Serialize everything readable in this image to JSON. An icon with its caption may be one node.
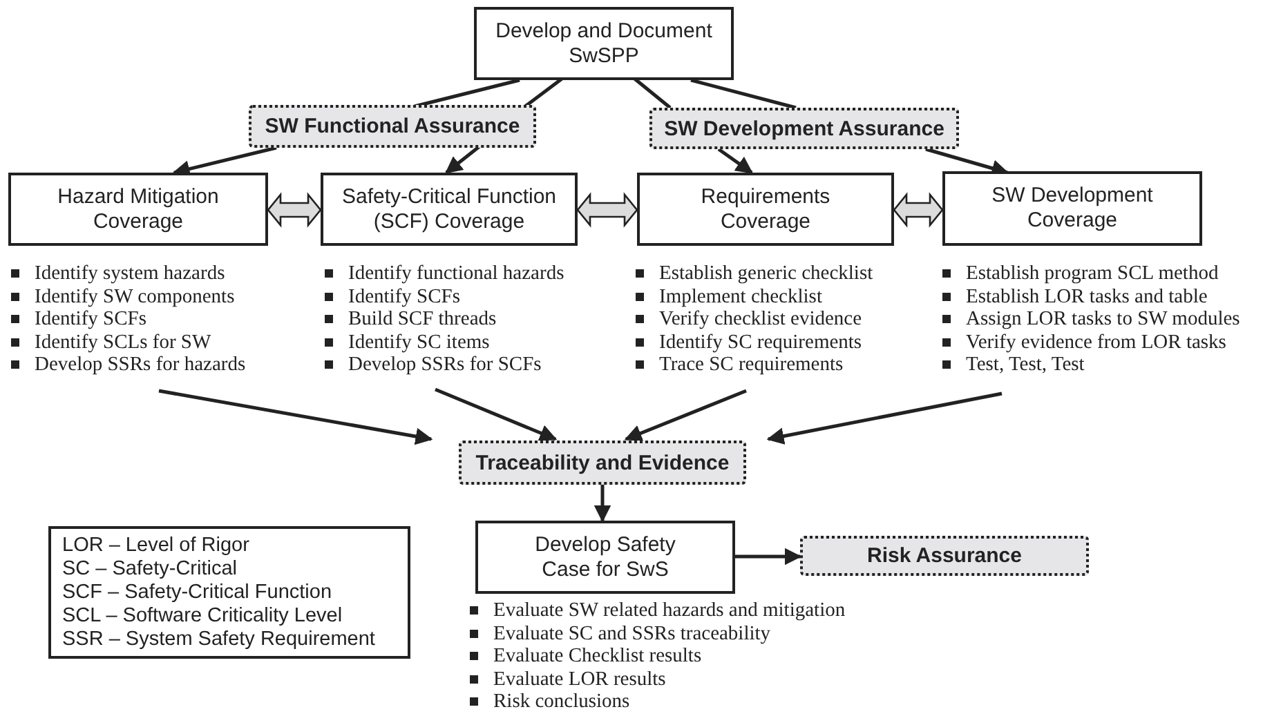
{
  "diagram": {
    "nodes": [
      {
        "text": [
          "Develop and Document SwSPP"
        ]
      },
      {
        "text": [
          "SW Functional Assurance"
        ]
      },
      {
        "text": [
          "SW Development Assurance"
        ]
      },
      {
        "text": [
          "Hazard Mitigation Coverage"
        ],
        "beside": [
          "Identify system hazards",
          "Identify SW components",
          "Identify SCFs",
          "Identify SCLs for SW",
          "Develop SSRs for hazards"
        ]
      },
      {
        "text": [
          "Safety-Critical Function (SCF) Coverage"
        ],
        "beside": [
          "Identify functional hazards",
          "Identify SCFs",
          "Build SCF threads",
          "Identify SC items",
          "Develop SSRs for SCFs"
        ]
      },
      {
        "text": [
          "Requirements Coverage"
        ],
        "beside": [
          "Establish generic checklist",
          "Implement checklist",
          "Verify checklist evidence",
          "Identify SC requirements",
          "Trace SC requirements"
        ]
      },
      {
        "text": [
          "SW Development Coverage"
        ],
        "beside": [
          "Establish program SCL method",
          "Establish LOR tasks and table",
          "Assign LOR tasks to SW modules",
          "Verify evidence from LOR tasks",
          "Test, Test, Test"
        ]
      },
      {
        "text": [
          "Traceability and Evidence"
        ]
      },
      {
        "text": [
          "LOR – Level of Rigor",
          "SC – Safety-Critical",
          "SCF – Safety-Critical Function",
          "SCL – Software Criticality Level",
          "SSR – System Safety Requirement"
        ]
      },
      {
        "text": [
          "Develop Safety Case for SwS"
        ],
        "beside": [
          "Evaluate SW related hazards and mitigation",
          "Evaluate SC and SSRs traceability",
          "Evaluate Checklist results",
          "Evaluate LOR results",
          "Risk conclusions"
        ]
      },
      {
        "text": [
          "Risk Assurance"
        ]
      }
    ],
    "edges": [
      {
        "from": 0,
        "to": 1,
        "arrow": "none"
      },
      {
        "from": 0,
        "to": 1,
        "arrow": "none"
      },
      {
        "from": 1,
        "to": 3,
        "arrow": "to"
      },
      {
        "from": 1,
        "to": 4,
        "arrow": "to"
      },
      {
        "from": 0,
        "to": 2,
        "arrow": "none"
      },
      {
        "from": 0,
        "to": 2,
        "arrow": "none"
      },
      {
        "from": 2,
        "to": 5,
        "arrow": "to"
      },
      {
        "from": 2,
        "to": 6,
        "arrow": "to"
      },
      {
        "from": 3,
        "to": 4,
        "arrow": "both",
        "style": "thick"
      },
      {
        "from": 4,
        "to": 5,
        "arrow": "both",
        "style": "thick"
      },
      {
        "from": 5,
        "to": 6,
        "arrow": "both",
        "style": "thick"
      },
      {
        "from": 3,
        "to": 7,
        "arrow": "to"
      },
      {
        "from": 4,
        "to": 7,
        "arrow": "to"
      },
      {
        "from": 5,
        "to": 7,
        "arrow": "to"
      },
      {
        "from": 6,
        "to": 7,
        "arrow": "to"
      },
      {
        "from": 7,
        "to": 9,
        "arrow": "to"
      },
      {
        "from": 9,
        "to": 10,
        "arrow": "to"
      }
    ]
  }
}
